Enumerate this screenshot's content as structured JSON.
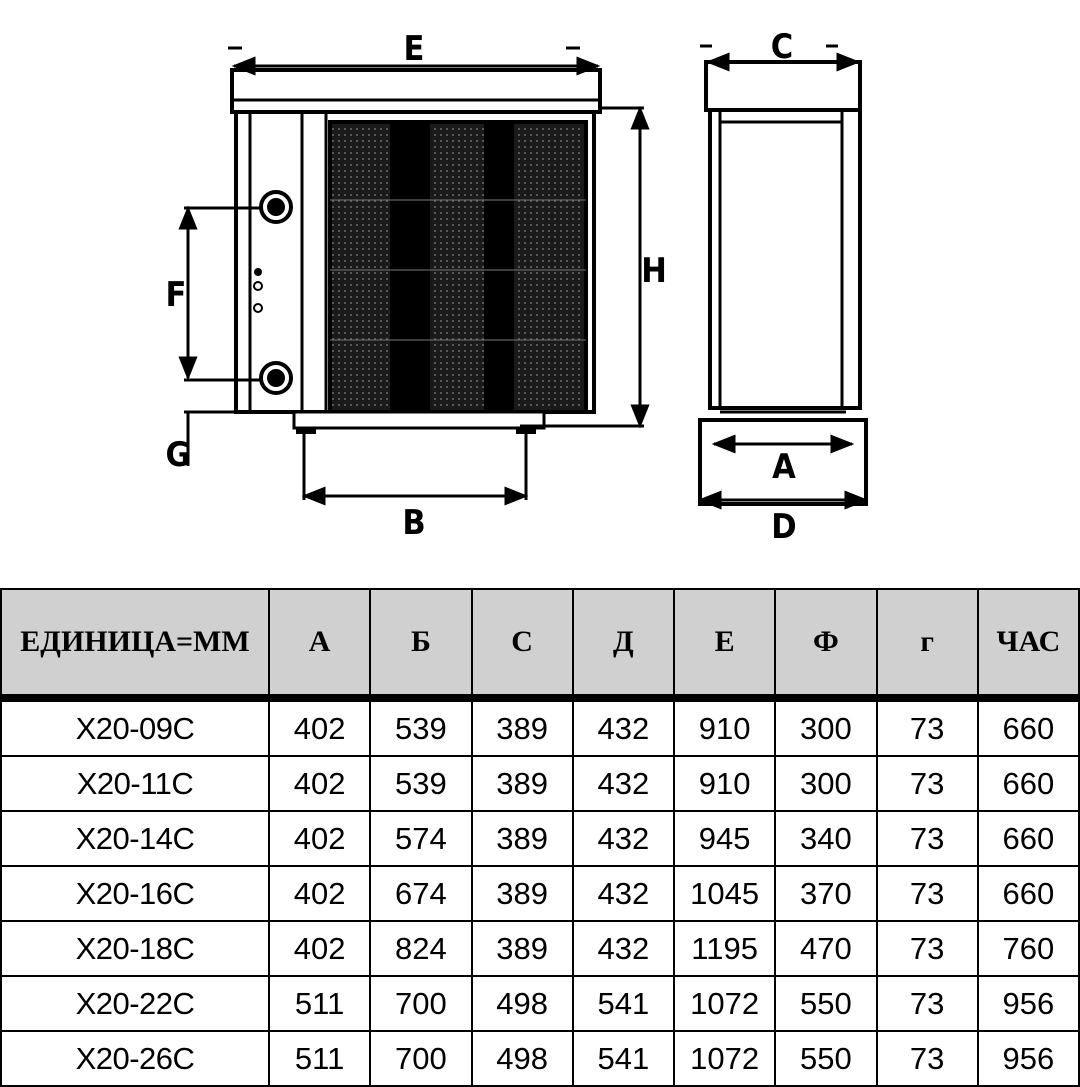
{
  "drawing": {
    "labels": {
      "E": "E",
      "C": "C",
      "H": "H",
      "F": "F",
      "G": "G",
      "B": "B",
      "A": "A",
      "D": "D"
    }
  },
  "table": {
    "headers": [
      "ЕДИНИЦА=ММ",
      "А",
      "Б",
      "С",
      "Д",
      "Е",
      "Ф",
      "г",
      "ЧАС"
    ],
    "rows": [
      [
        "X20-09C",
        "402",
        "539",
        "389",
        "432",
        "910",
        "300",
        "73",
        "660"
      ],
      [
        "X20-11C",
        "402",
        "539",
        "389",
        "432",
        "910",
        "300",
        "73",
        "660"
      ],
      [
        "X20-14C",
        "402",
        "574",
        "389",
        "432",
        "945",
        "340",
        "73",
        "660"
      ],
      [
        "X20-16C",
        "402",
        "674",
        "389",
        "432",
        "1045",
        "370",
        "73",
        "660"
      ],
      [
        "X20-18C",
        "402",
        "824",
        "389",
        "432",
        "1195",
        "470",
        "73",
        "760"
      ],
      [
        "X20-22C",
        "511",
        "700",
        "498",
        "541",
        "1072",
        "550",
        "73",
        "956"
      ],
      [
        "X20-26C",
        "511",
        "700",
        "498",
        "541",
        "1072",
        "550",
        "73",
        "956"
      ]
    ]
  },
  "colors": {
    "header_bg": "#d0d0d0",
    "line": "#000000",
    "grille": "#111111"
  }
}
